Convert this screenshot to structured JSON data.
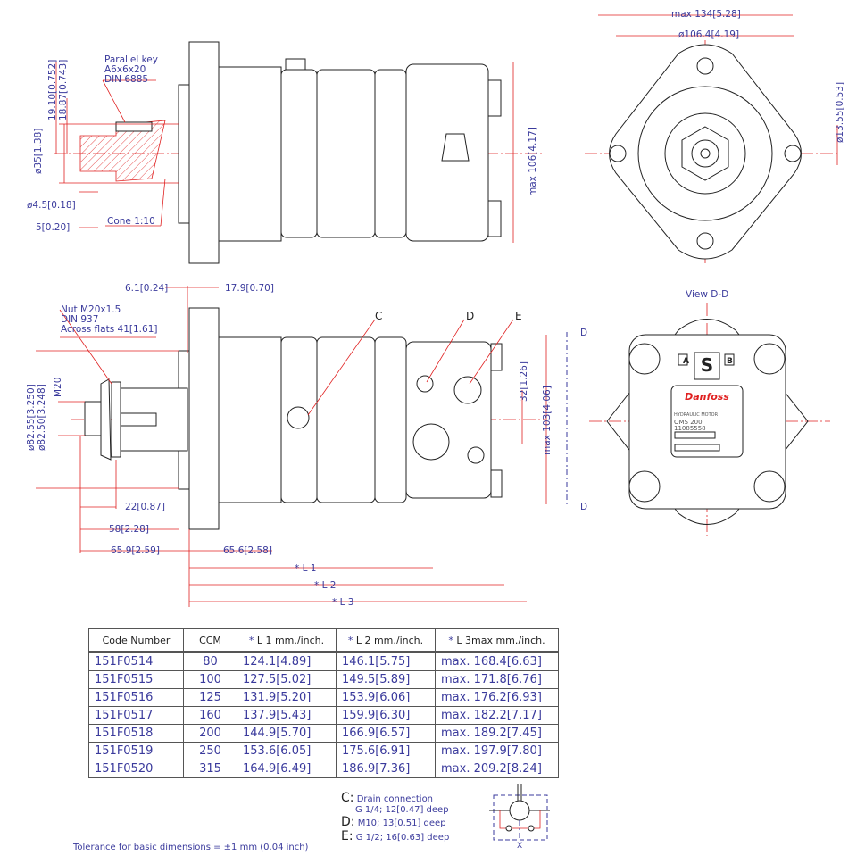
{
  "top_side_view": {
    "key_note": [
      "Parallel key",
      "A6x6x20",
      "DIN 6885"
    ],
    "dim_key_height_max": "19.10[0.752]",
    "dim_key_height_min": "18.87[0.743]",
    "dim_shaft_dia": "ø35[1.38]",
    "dim_hole_dia": "ø4.5[0.18]",
    "dim_hole_offset": "5[0.20]",
    "cone_note": "Cone 1:10",
    "dim_height": "max 106[4.17]"
  },
  "front_view": {
    "dim_width": "max 134[5.28]",
    "dim_bolt_circle": "ø106.4[4.19]",
    "dim_bolt_hole": "ø13.55[0.53]"
  },
  "lower_side_view": {
    "dim_flange_step": "6.1[0.24]",
    "dim_flange_thickness": "17.9[0.70]",
    "nut_note": [
      "Nut M20x1.5",
      "DIN 937",
      "Across flats 41[1.61]"
    ],
    "dim_pilot_max": "ø82.55[3.250]",
    "dim_pilot_min": "ø82.50[3.248]",
    "thread": "M20",
    "dim_22": "22[0.87]",
    "dim_58": "58[2.28]",
    "dim_65_9": "65.9[2.59]",
    "dim_65_6": "65.6[2.58]",
    "L1": "* L 1",
    "L2": "* L 2",
    "L3": "* L 3",
    "port_c": "C",
    "port_d": "D",
    "port_e": "E",
    "dim_port_spacing": "32[1.26]",
    "dim_height": "max 103[4.06]",
    "section_mark_top": "D",
    "section_mark_bottom": "D"
  },
  "view_dd": {
    "title": "View D-D",
    "port_a": "A",
    "port_b": "B",
    "nameplate": [
      "HYDRAULIC MOTOR",
      "OMS 200",
      "11085558"
    ]
  },
  "table": {
    "headers": [
      "Code Number",
      "CCM",
      "L 1 mm./inch.",
      "L 2 mm./inch.",
      "L 3max mm./inch."
    ],
    "star": "*",
    "rows": [
      [
        "151F0514",
        "80",
        "124.1[4.89]",
        "146.1[5.75]",
        "max.  168.4[6.63]"
      ],
      [
        "151F0515",
        "100",
        "127.5[5.02]",
        "149.5[5.89]",
        "max.  171.8[6.76]"
      ],
      [
        "151F0516",
        "125",
        "131.9[5.20]",
        "153.9[6.06]",
        "max.  176.2[6.93]"
      ],
      [
        "151F0517",
        "160",
        "137.9[5.43]",
        "159.9[6.30]",
        "max.  182.2[7.17]"
      ],
      [
        "151F0518",
        "200",
        "144.9[5.70]",
        "166.9[6.57]",
        "max.  189.2[7.45]"
      ],
      [
        "151F0519",
        "250",
        "153.6[6.05]",
        "175.6[6.91]",
        "max.  197.9[7.80]"
      ],
      [
        "151F0520",
        "315",
        "164.9[6.49]",
        "186.9[7.36]",
        "max.  209.2[8.24]"
      ]
    ]
  },
  "notes": {
    "c_key": "C:",
    "c_line1": "Drain connection",
    "c_line2": "G 1/4; 12[0.47] deep",
    "d_key": "D:",
    "d_line": "M10; 13[0.51] deep",
    "e_key": "E:",
    "e_line": "G 1/2; 16[0.63] deep",
    "tolerance": "Tolerance for basic dimensions = ±1 mm (0.04 inch)",
    "symbol_port": "X"
  },
  "colors": {
    "dimension": "#e02020",
    "text": "#3a3a9c",
    "outline": "#222222"
  }
}
